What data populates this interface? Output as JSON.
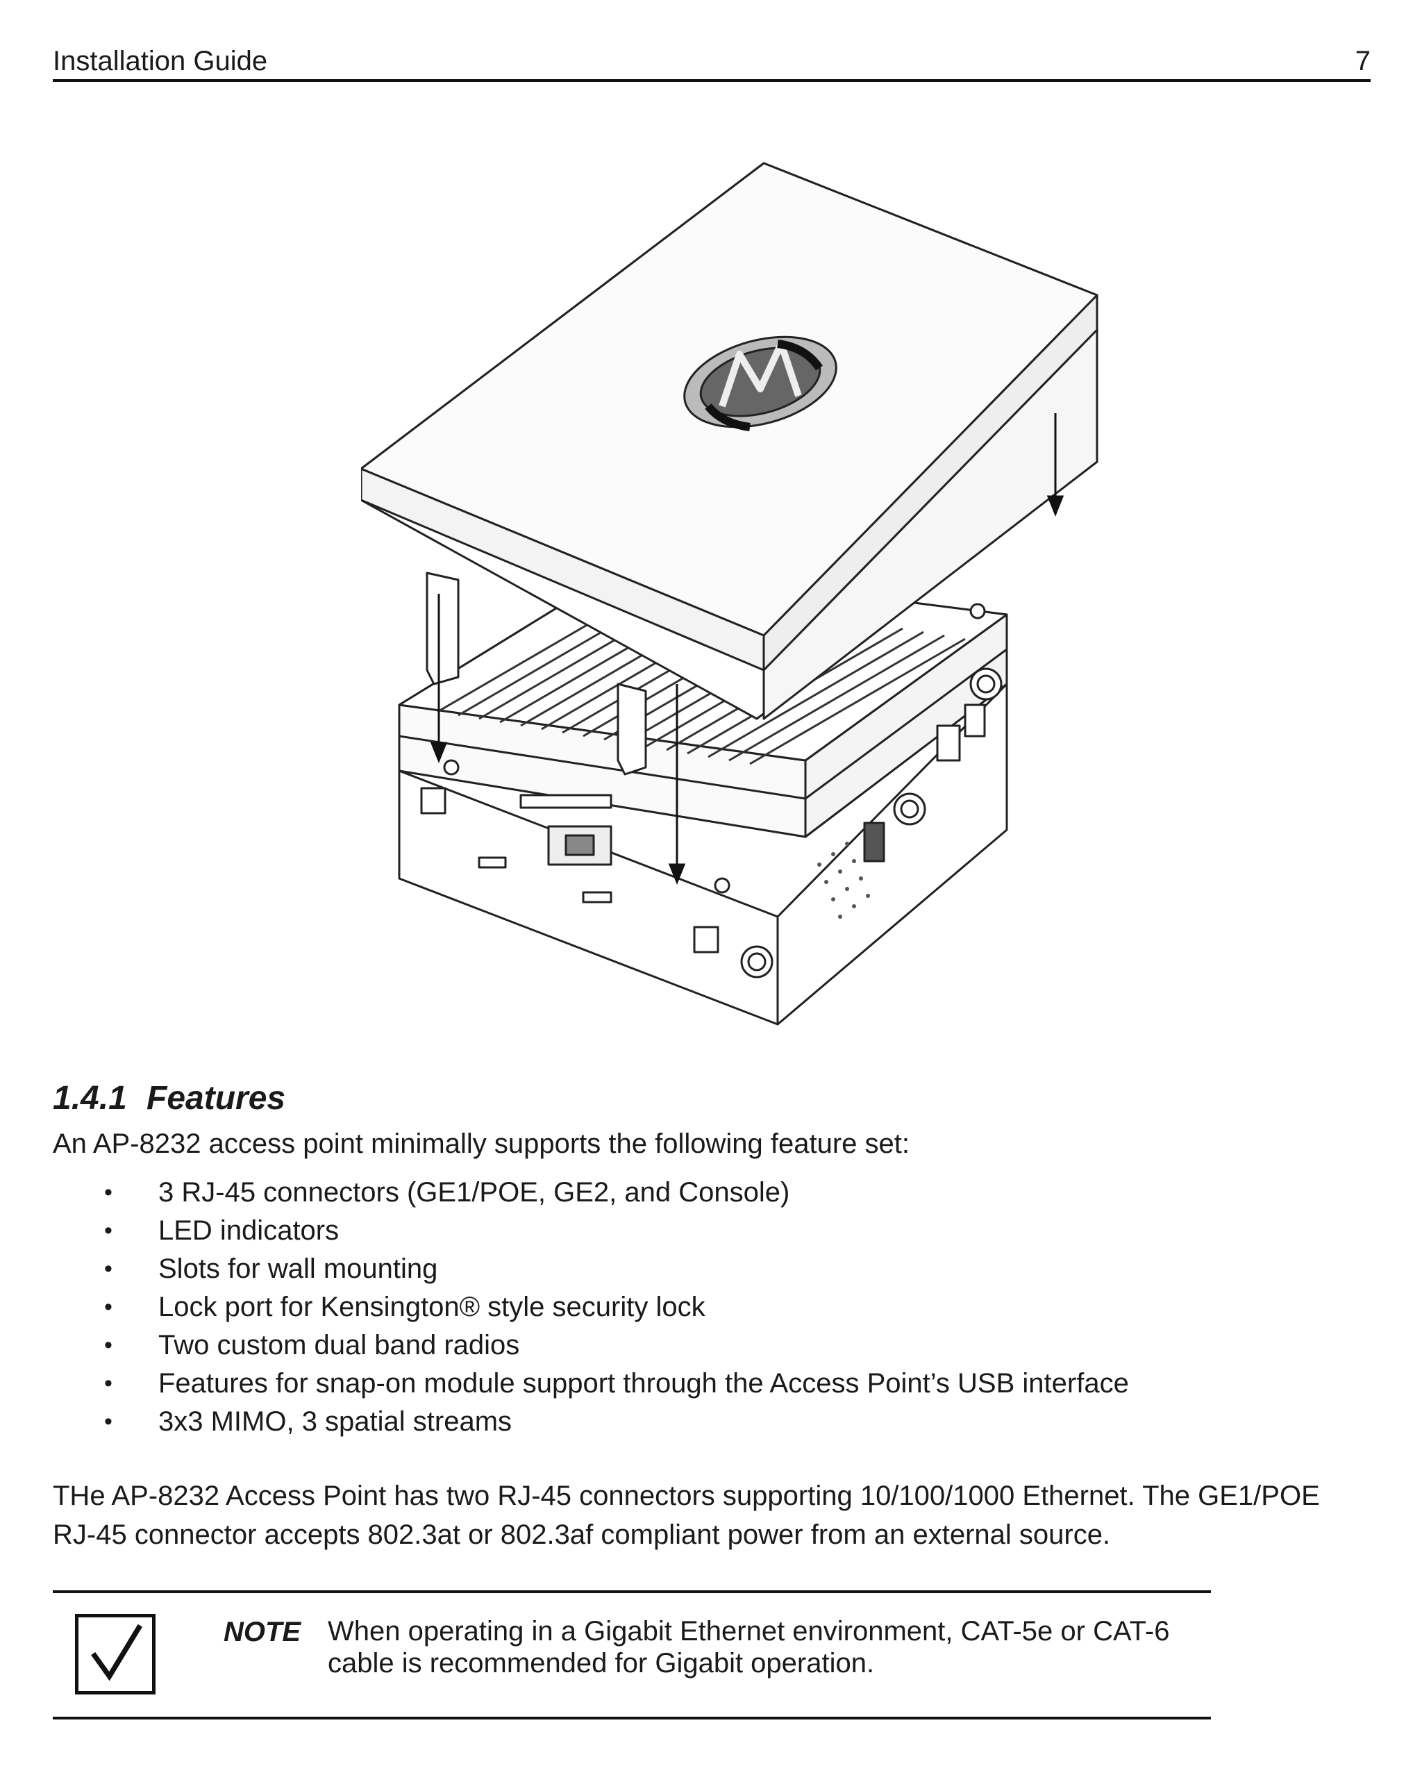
{
  "header": {
    "title": "Installation Guide",
    "page_number": "7"
  },
  "section": {
    "number": "1.4.1",
    "title": "Features",
    "intro": "An AP-8232 access point minimally supports the following feature set:",
    "bullet_symbol": "•",
    "bullets": [
      "3 RJ-45 connectors (GE1/POE, GE2, and Console)",
      "LED indicators",
      "Slots for wall mounting",
      "Lock port for Kensington® style security lock",
      "Two custom dual band radios",
      "Features for snap-on module support through the Access Point’s USB interface",
      "3x3 MIMO, 3 spatial streams"
    ],
    "paragraph": "THe AP-8232 Access Point has two RJ-45 connectors supporting 10/100/1000 Ethernet. The GE1/POE RJ-45 connector accepts 802.3at or 802.3af compliant power from an external source."
  },
  "note": {
    "label": "NOTE",
    "text": "When operating in a Gigabit Ethernet environment, CAT-5e or CAT-6 cable is recommended for Gigabit operation."
  }
}
